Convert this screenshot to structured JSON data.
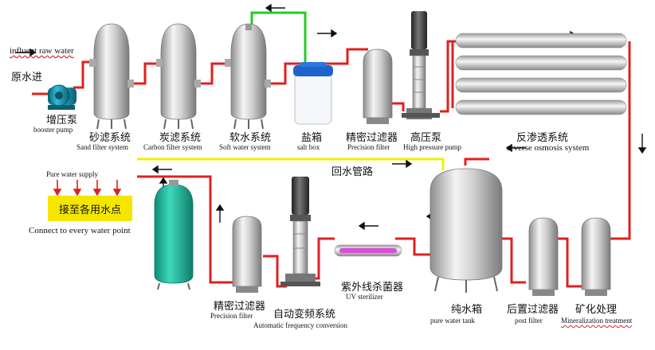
{
  "labels": {
    "influent": "influent raw water",
    "raw_water_zh": "原水进",
    "booster_zh": "增压泵",
    "booster_en": "booster pump",
    "sand_zh": "砂滤系统",
    "sand_en": "Sand filter system",
    "carbon_zh": "炭滤系统",
    "carbon_en": "Carbon filter system",
    "soft_zh": "软水系统",
    "soft_en": "Soft water system",
    "salt_zh": "盐箱",
    "salt_en": "salt box",
    "precision1_zh": "精密过滤器",
    "precision1_en": "Precision filter",
    "hp_zh": "高压泵",
    "hp_en": "High pressure pump",
    "ro_zh": "反渗透系统",
    "ro_en": "reverse osmosis system",
    "return_zh": "回水管路",
    "supply_en": "Pure water supply",
    "supply_zh": "接至各用水点",
    "connect_en": "Connect to every water point",
    "precision2_zh": "精密过滤器",
    "precision2_en": "Precision filter",
    "afc_zh": "自动变频系统",
    "afc_en": "Automatic frequency conversion",
    "uv_zh": "紫外线杀菌器",
    "uv_en": "UV sterilizer",
    "tank_zh": "纯水箱",
    "tank_en": "pure water tank",
    "post_zh": "后置过滤器",
    "post_en": "post filter",
    "mineral_zh": "矿化处理",
    "mineral_en": "Mineralization treatment"
  },
  "colors": {
    "pipe": "#e02020",
    "return_pipe": "#f0f000",
    "brine_pipe": "#22cc22",
    "supply_box": "#f5e600",
    "pressure_tank": "#1fb59a"
  }
}
